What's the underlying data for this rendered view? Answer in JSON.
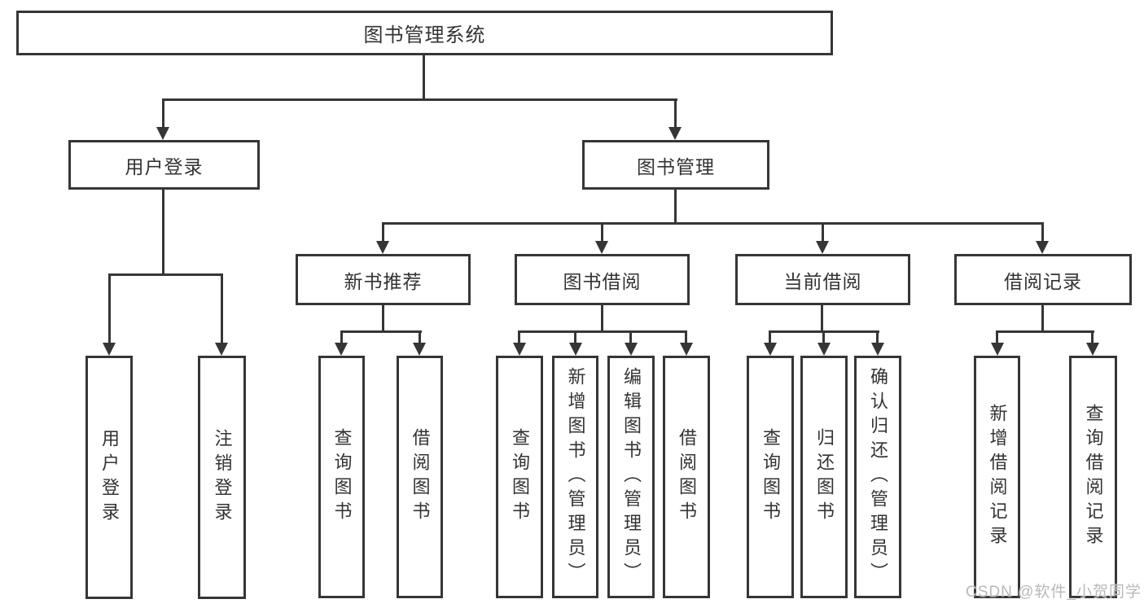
{
  "diagram": {
    "root": {
      "label": "图书管理系统"
    },
    "level2": {
      "user_login": {
        "label": "用户登录"
      },
      "book_mgmt": {
        "label": "图书管理"
      }
    },
    "level3": {
      "new_book": {
        "label": "新书推荐"
      },
      "book_borrow": {
        "label": "图书借阅"
      },
      "current_borrow": {
        "label": "当前借阅"
      },
      "borrow_record": {
        "label": "借阅记录"
      }
    },
    "level4": {
      "user_login": {
        "label": "用户登录"
      },
      "logout": {
        "label": "注销登录"
      },
      "query_book_new": {
        "label": "查询图书"
      },
      "borrow_book_new": {
        "label": "借阅图书"
      },
      "query_book_borrow": {
        "label": "查询图书"
      },
      "add_book": {
        "label": "新增图书（管理员）"
      },
      "edit_book": {
        "label": "编辑图书（管理员）"
      },
      "borrow_book_borrow": {
        "label": "借阅图书"
      },
      "query_book_current": {
        "label": "查询图书"
      },
      "return_book": {
        "label": "归还图书"
      },
      "confirm_return": {
        "label": "确认归还（管理员）"
      },
      "add_borrow_record": {
        "label": "新增借阅记录"
      },
      "query_borrow_record": {
        "label": "查询借阅记录"
      }
    }
  },
  "watermark": {
    "text": "CSDN @软件_小贺同学"
  },
  "colors": {
    "line": "#363636",
    "text": "#333333",
    "watermark": "#b9b9b9",
    "background": "#ffffff"
  }
}
